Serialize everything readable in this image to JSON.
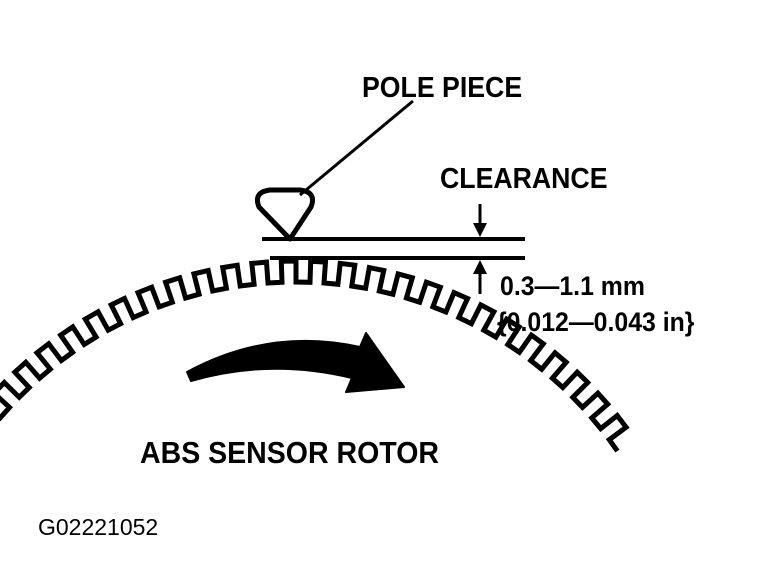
{
  "labels": {
    "pole_piece": "POLE PIECE",
    "clearance": "CLEARANCE",
    "spec_mm": "0.3—1.1 mm",
    "spec_in": "{0.012—0.043 in}",
    "rotor": "ABS SENSOR ROTOR",
    "figure_id": "G02221052"
  },
  "rotor": {
    "tooth_count": 27
  },
  "colors": {
    "ink": "#000000",
    "paper": "#ffffff"
  }
}
